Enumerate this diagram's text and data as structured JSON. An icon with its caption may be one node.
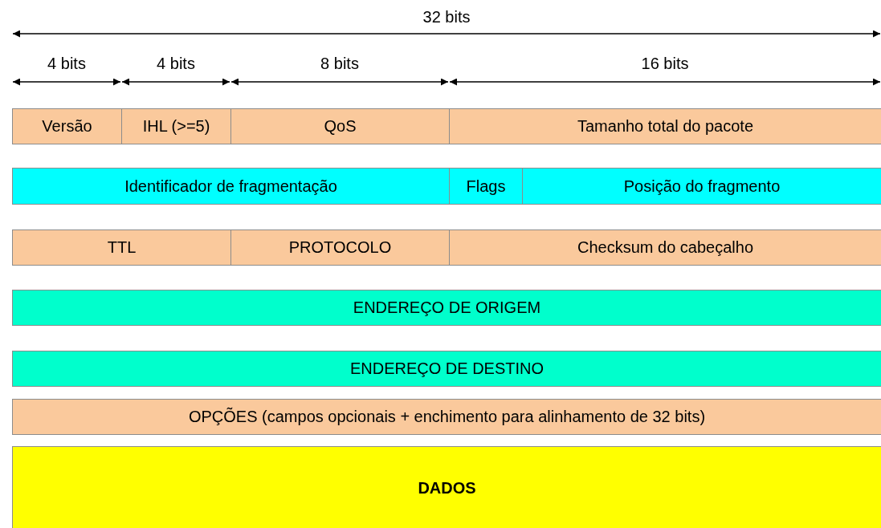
{
  "diagram": {
    "nodes": [
      {
        "text": [
          "Versão"
        ]
      },
      {
        "text": [
          "IHL (>=5)"
        ]
      },
      {
        "text": [
          "QoS"
        ]
      },
      {
        "text": [
          "Tamanho total do pacote"
        ]
      },
      {
        "text": [
          "Identificador de fragmentação"
        ]
      },
      {
        "text": [
          "Flags"
        ]
      },
      {
        "text": [
          "Posição do fragmento"
        ]
      },
      {
        "text": [
          "TTL"
        ]
      },
      {
        "text": [
          "PROTOCOLO"
        ]
      },
      {
        "text": [
          "Checksum do cabeçalho"
        ]
      },
      {
        "text": [
          "ENDEREÇO DE ORIGEM"
        ]
      },
      {
        "text": [
          "ENDEREÇO DE DESTINO"
        ]
      },
      {
        "text": [
          "OPÇÕES (campos opcionais + enchimento para alinhamento de 32 bits)"
        ]
      },
      {
        "text": [
          "DADOS"
        ]
      }
    ],
    "labels": [
      "32 bits",
      "4 bits",
      "4 bits",
      "8 bits",
      "16 bits"
    ]
  }
}
